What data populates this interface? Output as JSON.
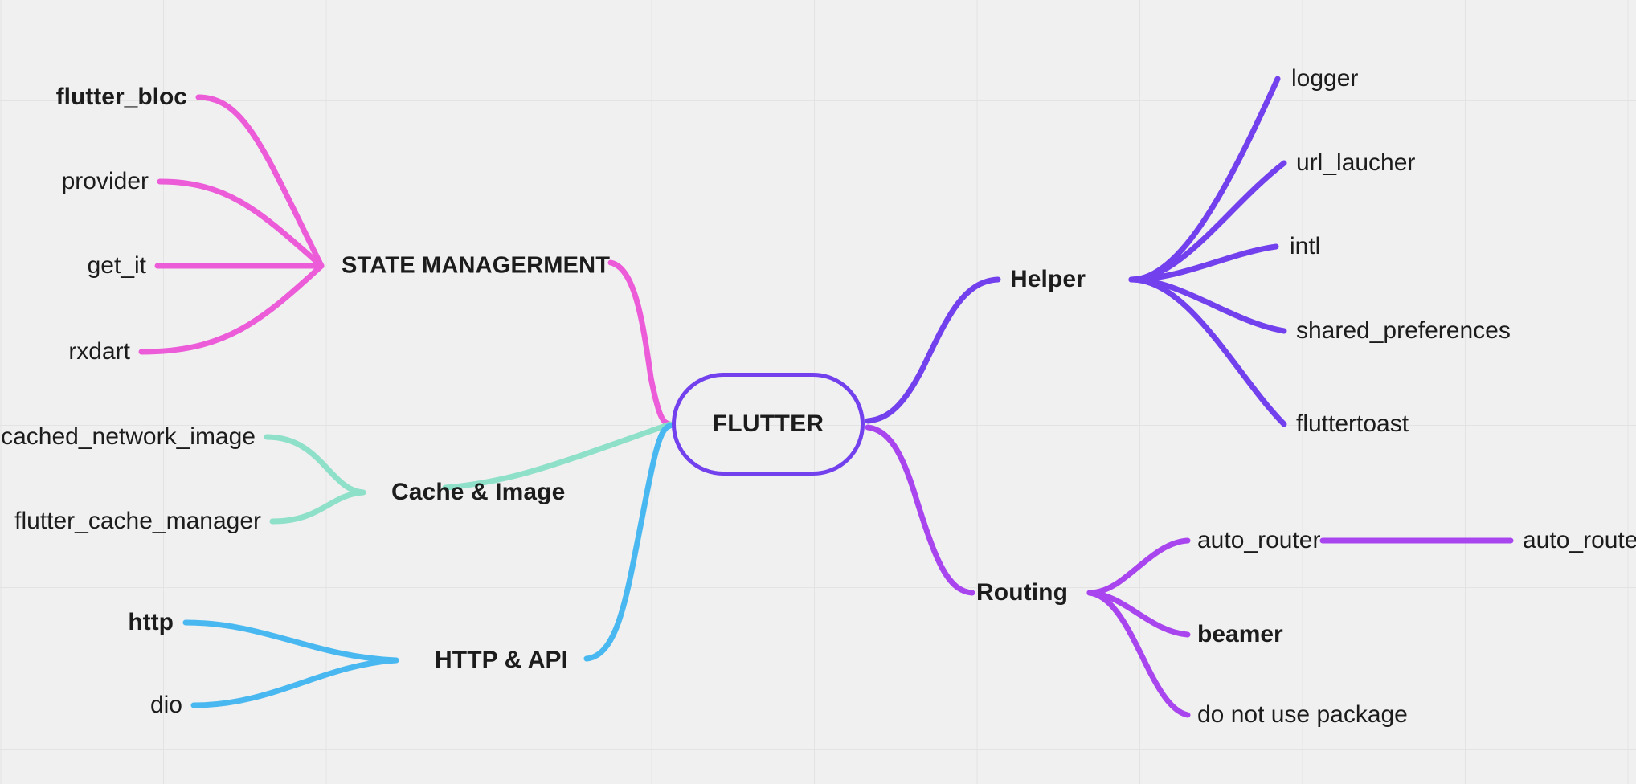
{
  "diagram": {
    "title": "FLUTTER",
    "background_color": "#f0f0f0",
    "grid_color": "#e3e3e3",
    "root": {
      "label": "FLUTTER",
      "color": "#7340ee"
    },
    "branches": [
      {
        "id": "state-managerment",
        "label": "STATE MANAGERMENT",
        "color": "#ec5bd8",
        "side": "left",
        "children": [
          {
            "label": "flutter_bloc",
            "bold": true
          },
          {
            "label": "provider",
            "bold": false
          },
          {
            "label": "get_it",
            "bold": false
          },
          {
            "label": "rxdart",
            "bold": false
          }
        ]
      },
      {
        "id": "cache-image",
        "label": "Cache & Image",
        "color": "#8ee0c8",
        "side": "left",
        "children": [
          {
            "label": "cached_network_image",
            "bold": false
          },
          {
            "label": "flutter_cache_manager",
            "bold": false
          }
        ]
      },
      {
        "id": "http-api",
        "label": "HTTP & API",
        "color": "#49b8f0",
        "side": "left",
        "children": [
          {
            "label": "http",
            "bold": true
          },
          {
            "label": "dio",
            "bold": false
          }
        ]
      },
      {
        "id": "helper",
        "label": "Helper",
        "color": "#7340ee",
        "side": "right",
        "children": [
          {
            "label": "logger",
            "bold": false
          },
          {
            "label": "url_laucher",
            "bold": false
          },
          {
            "label": "intl",
            "bold": false
          },
          {
            "label": "shared_preferences",
            "bold": false
          },
          {
            "label": "fluttertoast",
            "bold": false
          }
        ]
      },
      {
        "id": "routing",
        "label": "Routing",
        "color": "#a945ee",
        "side": "right",
        "children": [
          {
            "label": "auto_router",
            "bold": false,
            "grandchildren": [
              {
                "label": "auto_router",
                "bold": false
              }
            ]
          },
          {
            "label": "beamer",
            "bold": true
          },
          {
            "label": "do not use package",
            "bold": false
          }
        ]
      }
    ]
  },
  "labels": {
    "root": "FLUTTER",
    "state_managerment": "STATE MANAGERMENT",
    "flutter_bloc": "flutter_bloc",
    "provider": "provider",
    "get_it": "get_it",
    "rxdart": "rxdart",
    "cache_image": "Cache & Image",
    "cached_network_image": "cached_network_image",
    "flutter_cache_manager": "flutter_cache_manager",
    "http_api": "HTTP & API",
    "http": "http",
    "dio": "dio",
    "helper": "Helper",
    "logger": "logger",
    "url_laucher": "url_laucher",
    "intl": "intl",
    "shared_preferences": "shared_preferences",
    "fluttertoast": "fluttertoast",
    "routing": "Routing",
    "auto_router": "auto_router",
    "auto_router_child": "auto_router",
    "beamer": "beamer",
    "do_not_use_package": "do not use package"
  }
}
